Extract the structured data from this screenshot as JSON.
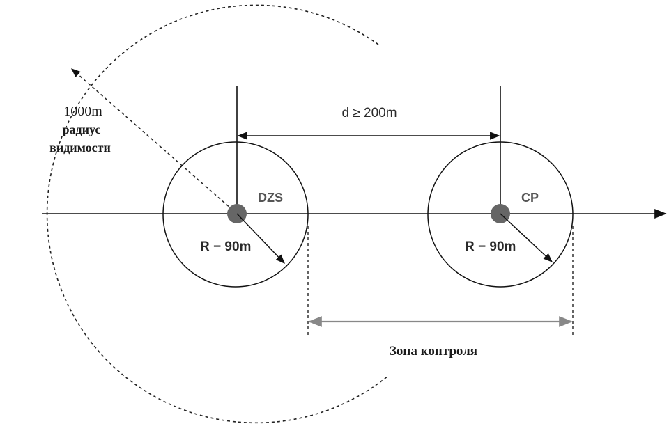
{
  "diagram": {
    "visibility": {
      "distance": "1000m",
      "caption_line1": "радиус",
      "caption_line2": "видимости"
    },
    "spacing_label": "d ≥ 200m",
    "nodes": [
      {
        "id": "dzs",
        "label": "DZS",
        "radius_label": "R − 90m"
      },
      {
        "id": "cp",
        "label": "CP",
        "radius_label": "R − 90m"
      }
    ],
    "control_zone_label": "Зона контроля",
    "colors": {
      "line": "#111111",
      "node_dot": "#666666",
      "zone_arrow": "#888888",
      "node_text": "#555555"
    }
  }
}
